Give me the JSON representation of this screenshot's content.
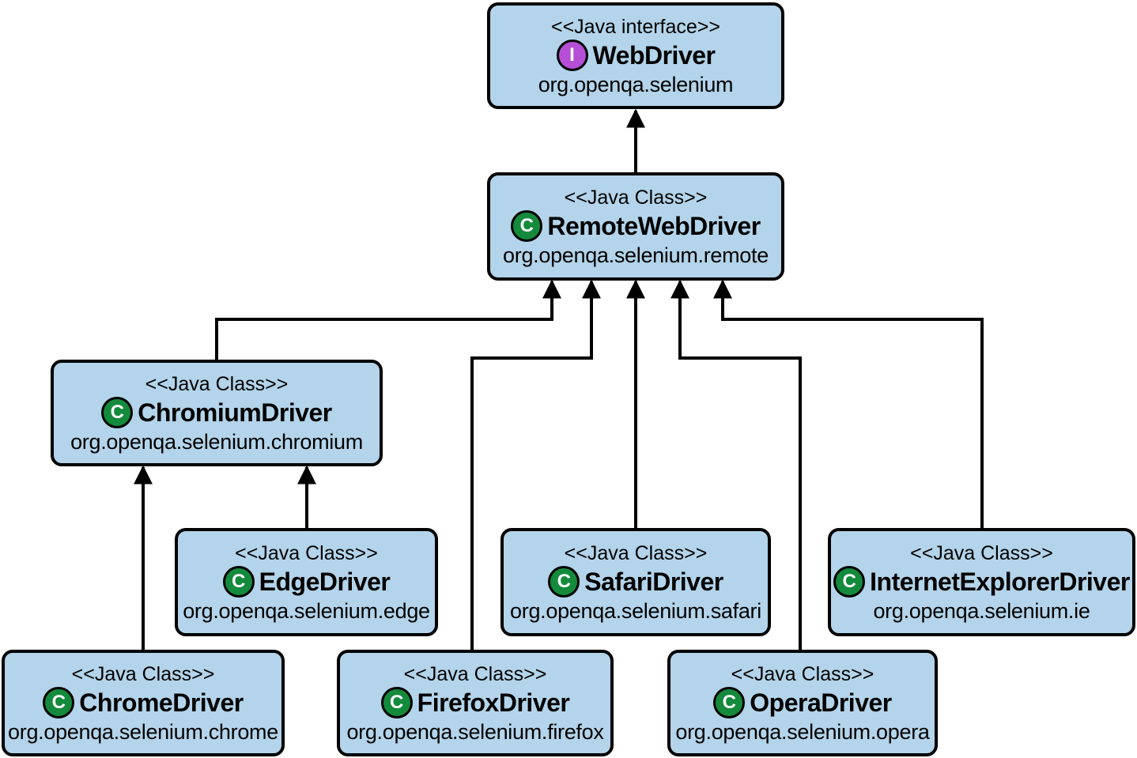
{
  "nodes": {
    "webdriver": {
      "stereotype": "<<Java interface>>",
      "badge": "I",
      "name": "WebDriver",
      "package": "org.openqa.selenium"
    },
    "remote": {
      "stereotype": "<<Java Class>>",
      "badge": "C",
      "name": "RemoteWebDriver",
      "package": "org.openqa.selenium.remote"
    },
    "chromium": {
      "stereotype": "<<Java Class>>",
      "badge": "C",
      "name": "ChromiumDriver",
      "package": "org.openqa.selenium.chromium"
    },
    "edge": {
      "stereotype": "<<Java Class>>",
      "badge": "C",
      "name": "EdgeDriver",
      "package": "org.openqa.selenium.edge"
    },
    "safari": {
      "stereotype": "<<Java Class>>",
      "badge": "C",
      "name": "SafariDriver",
      "package": "org.openqa.selenium.safari"
    },
    "ie": {
      "stereotype": "<<Java Class>>",
      "badge": "C",
      "name": "InternetExplorerDriver",
      "package": "org.openqa.selenium.ie"
    },
    "chrome": {
      "stereotype": "<<Java Class>>",
      "badge": "C",
      "name": "ChromeDriver",
      "package": "org.openqa.selenium.chrome"
    },
    "firefox": {
      "stereotype": "<<Java Class>>",
      "badge": "C",
      "name": "FirefoxDriver",
      "package": "org.openqa.selenium.firefox"
    },
    "opera": {
      "stereotype": "<<Java Class>>",
      "badge": "C",
      "name": "OperaDriver",
      "package": "org.openqa.selenium.opera"
    }
  },
  "colors": {
    "box_fill": "#b3d4ea",
    "class_badge": "#148a3c",
    "interface_badge": "#b44fd6",
    "line": "#000000"
  }
}
